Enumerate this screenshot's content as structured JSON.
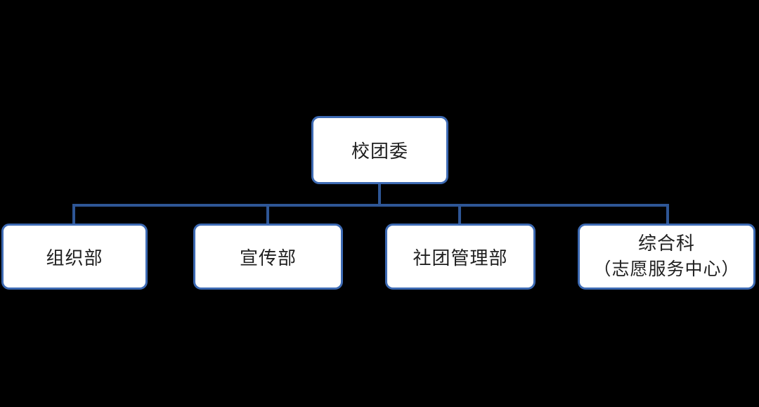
{
  "meta": {
    "type": "org-chart",
    "background_color": "#000000"
  },
  "colors": {
    "box_fill": "#ffffff",
    "box_border": "#3d6ab3",
    "connector": "#2e5696",
    "text": "#1f1f1f"
  },
  "org_chart": {
    "root": {
      "label": "校团委"
    },
    "children": [
      {
        "label": "组织部"
      },
      {
        "label": "宣传部"
      },
      {
        "label": "社团管理部"
      },
      {
        "label": "综合科",
        "label_line2": "（志愿服务中心）"
      }
    ]
  }
}
